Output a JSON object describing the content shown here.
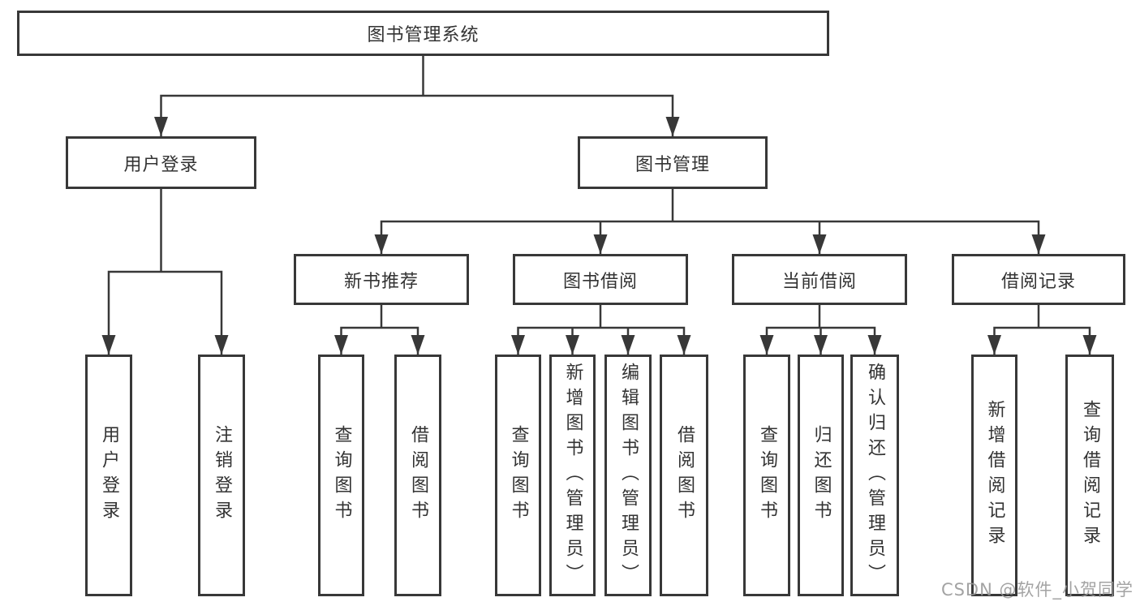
{
  "nodes": {
    "root": "图书管理系统",
    "login": {
      "label": "用户登录",
      "children": [
        "用户登录",
        "注销登录"
      ]
    },
    "management": {
      "label": "图书管理",
      "sections": [
        {
          "label": "新书推荐",
          "children": [
            "查询图书",
            "借阅图书"
          ]
        },
        {
          "label": "图书借阅",
          "children": [
            "查询图书",
            "新增图书（管理员）",
            "编辑图书（管理员）",
            "借阅图书"
          ]
        },
        {
          "label": "当前借阅",
          "children": [
            "查询图书",
            "归还图书",
            "确认归还（管理员）"
          ]
        },
        {
          "label": "借阅记录",
          "children": [
            "新增借阅记录",
            "查询借阅记录"
          ]
        }
      ]
    }
  },
  "watermark": {
    "text": "CSDN @软件_小贺同学"
  },
  "colors": {
    "line": "#383838",
    "text": "#333333",
    "background": "#ffffff",
    "watermark": "#969696"
  }
}
